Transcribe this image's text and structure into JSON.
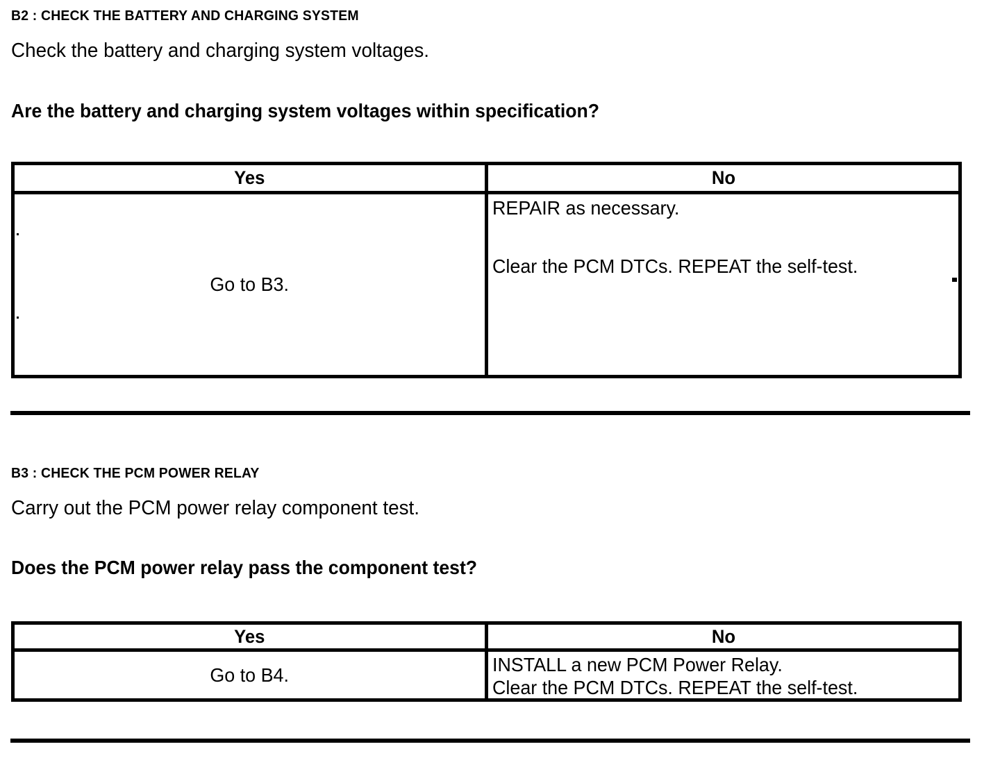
{
  "document": {
    "type": "diagnostic-pinpoint-test",
    "background_color": "#ffffff",
    "text_color": "#000000"
  },
  "sections": [
    {
      "id": "B2",
      "heading": "B2 : CHECK THE BATTERY AND CHARGING SYSTEM",
      "instruction": "Check the battery and charging system voltages.",
      "question": "Are the battery and charging system voltages within specification?",
      "table": {
        "headers": [
          "Yes",
          "No"
        ],
        "yes_action": "Go to B3.",
        "no_actions": [
          "REPAIR as necessary.",
          "",
          "Clear the PCM DTCs. REPEAT the self-test."
        ]
      }
    },
    {
      "id": "B3",
      "heading": "B3 : CHECK THE PCM POWER RELAY",
      "instruction": "Carry out the PCM power relay component test.",
      "question": "Does the PCM power relay pass the component test?",
      "table": {
        "headers": [
          "Yes",
          "No"
        ],
        "yes_action": "Go to B4.",
        "no_actions": [
          "INSTALL a new PCM Power Relay.",
          "Clear the PCM DTCs. REPEAT the self-test."
        ]
      }
    }
  ]
}
